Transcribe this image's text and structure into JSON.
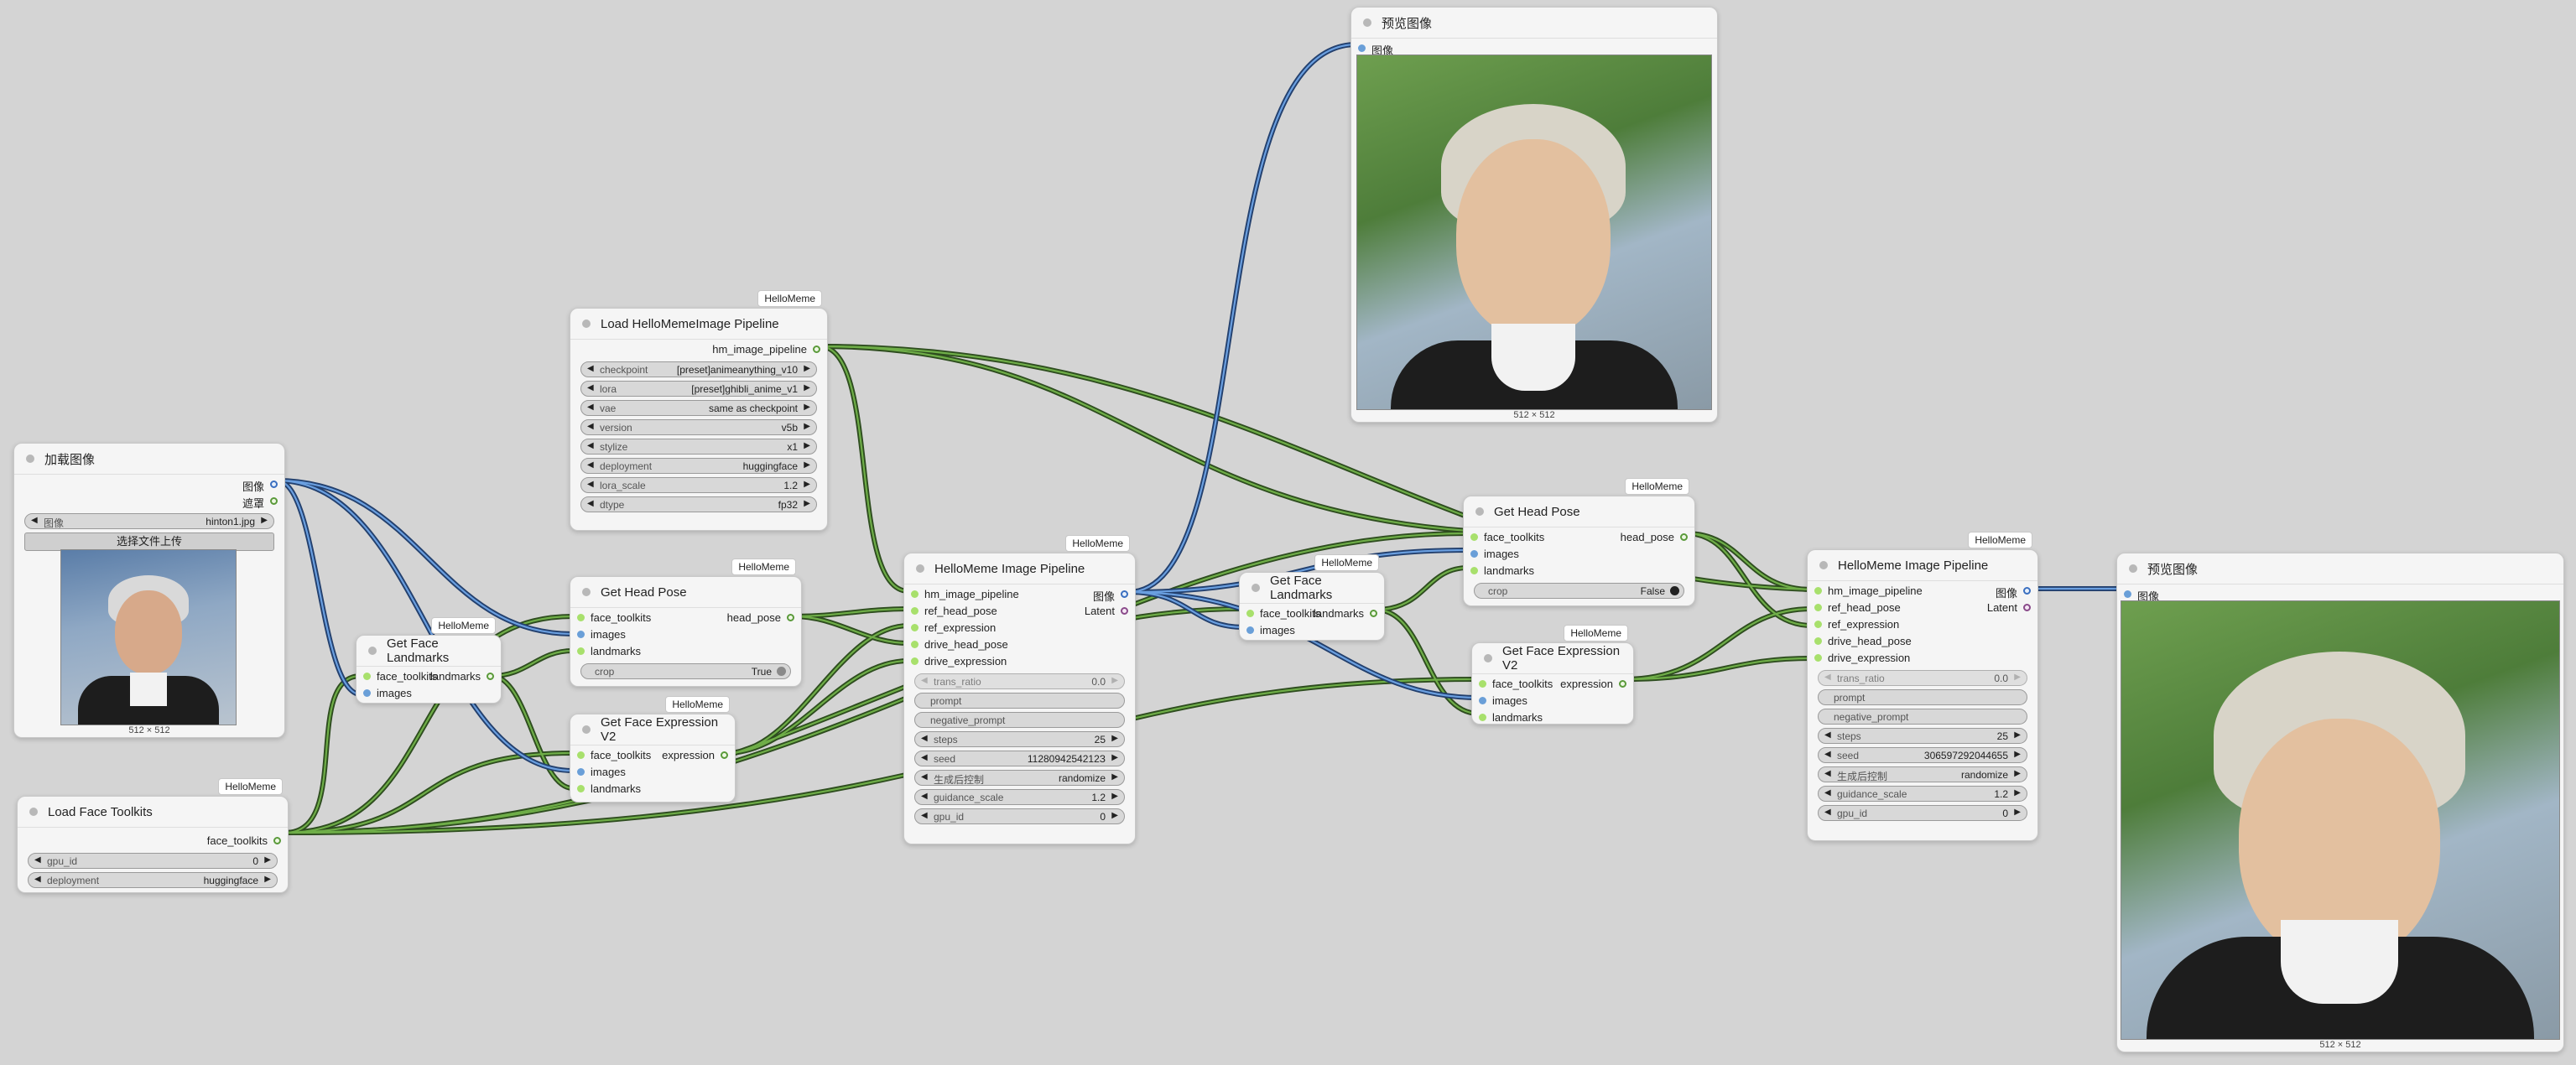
{
  "nodes": {
    "load_image": {
      "title": "加载图像",
      "outputs": [
        "图像",
        "遮罩"
      ],
      "image_label": "图像",
      "image_value": "hinton1.jpg",
      "upload_label": "选择文件上传",
      "dims": "512 × 512"
    },
    "load_face_toolkits": {
      "title": "Load Face Toolkits",
      "badge": "HelloMeme",
      "output": "face_toolkits",
      "gpu_label": "gpu_id",
      "gpu_value": "0",
      "deployment_label": "deployment",
      "deployment_value": "huggingface"
    },
    "get_face_landmarks_1": {
      "title": "Get Face Landmarks",
      "badge": "HelloMeme",
      "inputs": [
        "face_toolkits",
        "images"
      ],
      "output": "landmarks"
    },
    "load_pipeline": {
      "title": "Load HelloMemeImage Pipeline",
      "badge": "HelloMeme",
      "output": "hm_image_pipeline",
      "widgets": [
        {
          "label": "checkpoint",
          "value": "[preset]animeanything_v10"
        },
        {
          "label": "lora",
          "value": "[preset]ghibli_anime_v1"
        },
        {
          "label": "vae",
          "value": "same as checkpoint"
        },
        {
          "label": "version",
          "value": "v5b"
        },
        {
          "label": "stylize",
          "value": "x1"
        },
        {
          "label": "deployment",
          "value": "huggingface"
        },
        {
          "label": "lora_scale",
          "value": "1.2"
        },
        {
          "label": "dtype",
          "value": "fp32"
        }
      ]
    },
    "get_head_pose_1": {
      "title": "Get Head Pose",
      "badge": "HelloMeme",
      "inputs": [
        "face_toolkits",
        "images",
        "landmarks"
      ],
      "output": "head_pose",
      "crop_label": "crop",
      "crop_value": "True"
    },
    "get_face_expression_1": {
      "title": "Get Face Expression V2",
      "badge": "HelloMeme",
      "inputs": [
        "face_toolkits",
        "images",
        "landmarks"
      ],
      "output": "expression"
    },
    "image_pipeline_1": {
      "title": "HelloMeme Image Pipeline",
      "badge": "HelloMeme",
      "inputs": [
        "hm_image_pipeline",
        "ref_head_pose",
        "ref_expression",
        "drive_head_pose",
        "drive_expression"
      ],
      "outputs": [
        "图像",
        "Latent"
      ],
      "trans_ratio_label": "trans_ratio",
      "trans_ratio_value": "0.0",
      "prompt": "prompt",
      "negative_prompt": "negative_prompt",
      "steps_label": "steps",
      "steps_value": "25",
      "seed_label": "seed",
      "seed_value": "1128094254212З",
      "control_label": "生成后控制",
      "control_value": "randomize",
      "guidance_label": "guidance_scale",
      "guidance_value": "1.2",
      "gpu_label": "gpu_id",
      "gpu_value": "0"
    },
    "preview_1": {
      "title": "预览图像",
      "input": "图像",
      "dims": "512 × 512"
    },
    "get_face_landmarks_2": {
      "title": "Get Face Landmarks",
      "badge": "HelloMeme",
      "inputs": [
        "face_toolkits",
        "images"
      ],
      "output": "landmarks"
    },
    "get_head_pose_2": {
      "title": "Get Head Pose",
      "badge": "HelloMeme",
      "inputs": [
        "face_toolkits",
        "images",
        "landmarks"
      ],
      "output": "head_pose",
      "crop_label": "crop",
      "crop_value": "False"
    },
    "get_face_expression_2": {
      "title": "Get Face Expression V2",
      "badge": "HelloMeme",
      "inputs": [
        "face_toolkits",
        "images",
        "landmarks"
      ],
      "output": "expression"
    },
    "image_pipeline_2": {
      "title": "HelloMeme Image Pipeline",
      "badge": "HelloMeme",
      "inputs": [
        "hm_image_pipeline",
        "ref_head_pose",
        "ref_expression",
        "drive_head_pose",
        "drive_expression"
      ],
      "outputs": [
        "图像",
        "Latent"
      ],
      "trans_ratio_label": "trans_ratio",
      "trans_ratio_value": "0.0",
      "prompt": "prompt",
      "negative_prompt": "negative_prompt",
      "steps_label": "steps",
      "steps_value": "25",
      "seed_label": "seed",
      "seed_value": "306597292044655",
      "control_label": "生成后控制",
      "control_value": "randomize",
      "guidance_label": "guidance_scale",
      "guidance_value": "1.2",
      "gpu_label": "gpu_id",
      "gpu_value": "0"
    },
    "preview_2": {
      "title": "预览图像",
      "input": "图像",
      "dims": "512 × 512"
    }
  },
  "colors": {
    "canvas": "#d4d4d4",
    "wire_green": "#4d7a32",
    "wire_blue": "#3d6bb5",
    "socket_green": "#a8e06c",
    "socket_blue": "#6a9fd8",
    "socket_purple": "#b36fb3"
  }
}
